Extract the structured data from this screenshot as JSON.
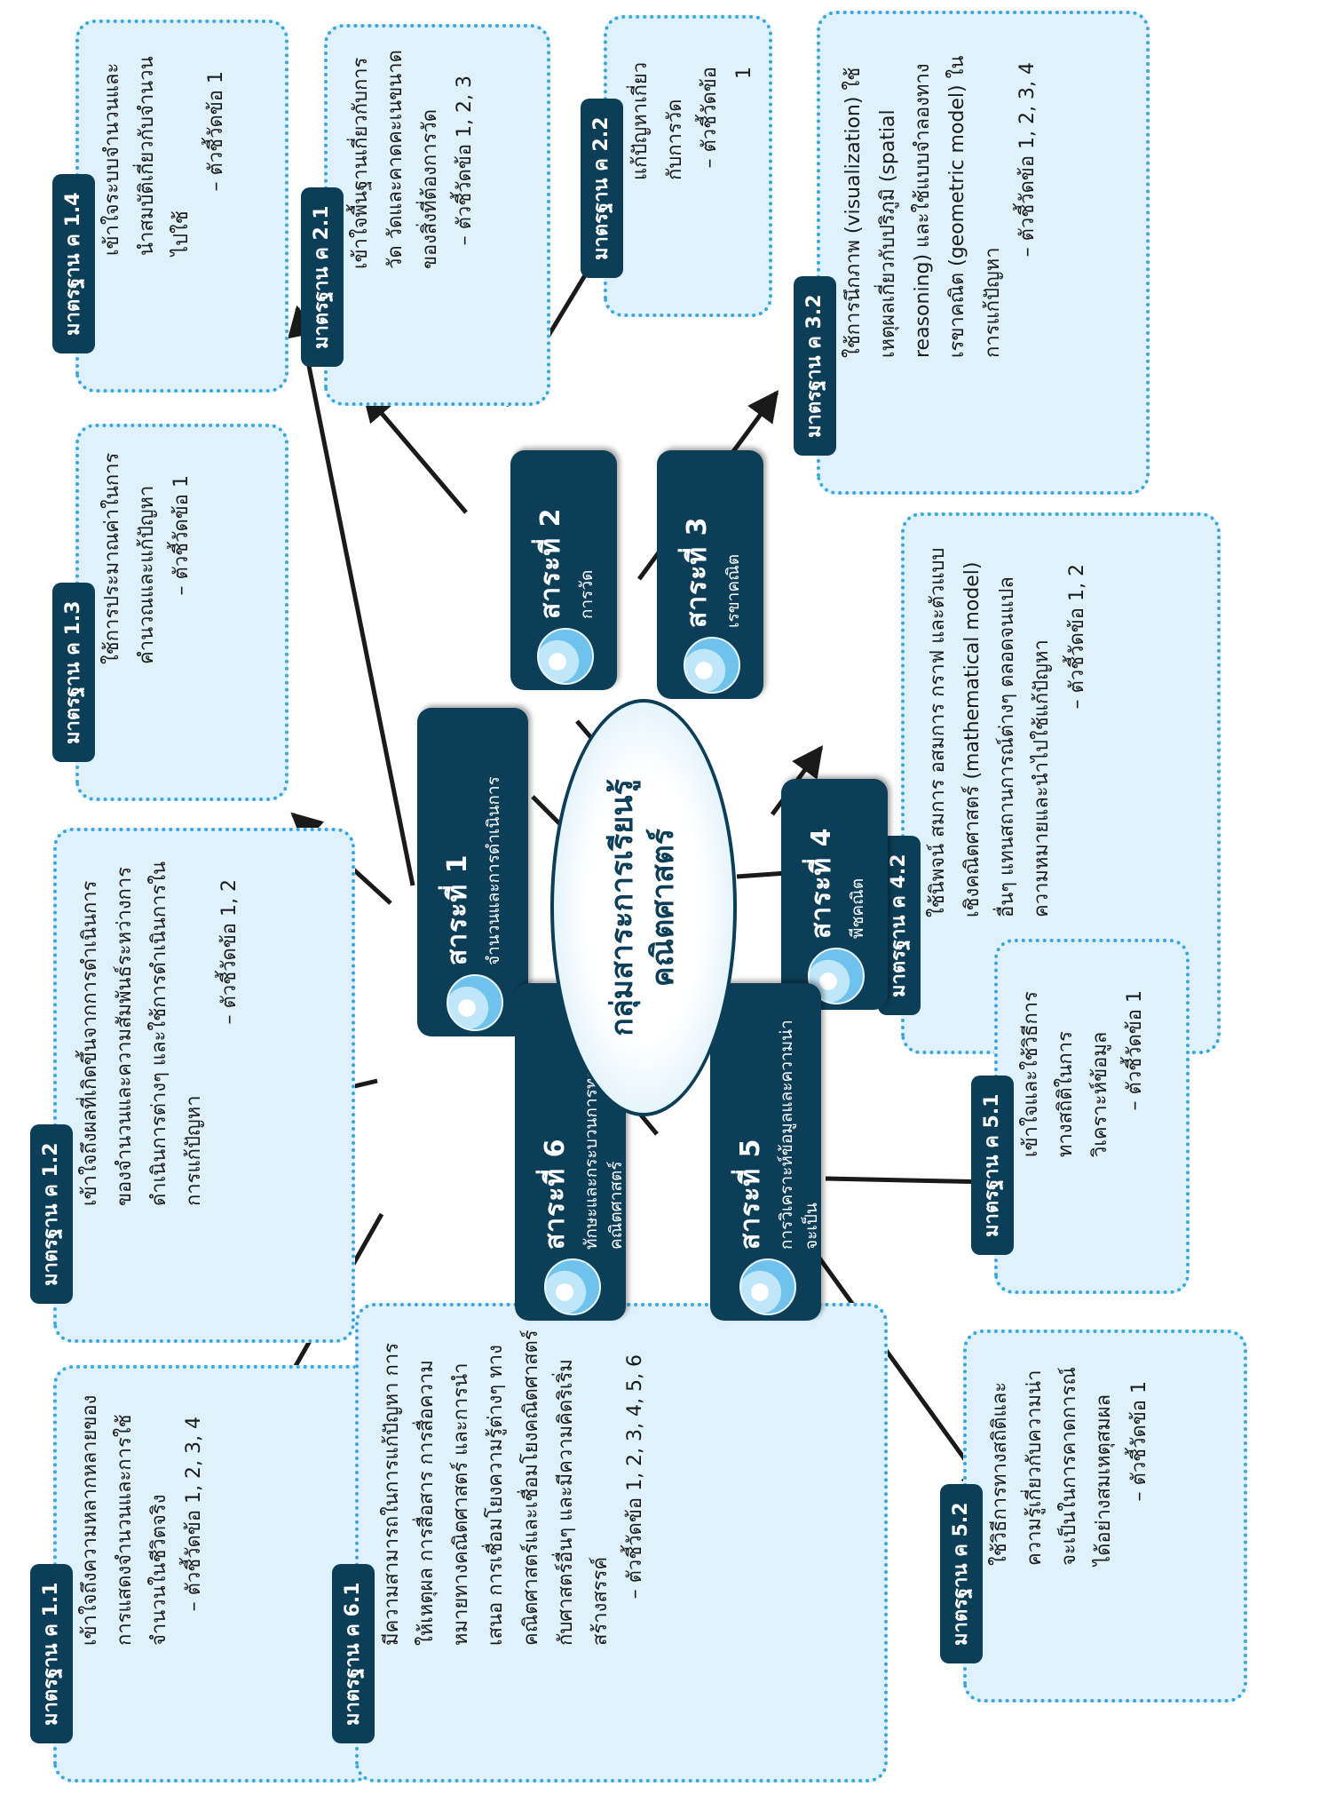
{
  "hub": {
    "line1": "กลุ่มสาระการเรียนรู้",
    "line2": "คณิตศาสตร์"
  },
  "topics": [
    {
      "num": "สาระที่ 1",
      "sub": "จำนวนและการดำเนินการ"
    },
    {
      "num": "สาระที่ 2",
      "sub": "การวัด"
    },
    {
      "num": "สาระที่ 3",
      "sub": "เรขาคณิต"
    },
    {
      "num": "สาระที่ 4",
      "sub": "พีชคณิต"
    },
    {
      "num": "สาระที่ 5",
      "sub": "การวิเคราะห์ข้อมูลและความน่าจะเป็น"
    },
    {
      "num": "สาระที่ 6",
      "sub": "ทักษะและกระบวนการทางคณิตศาสตร์"
    }
  ],
  "standards": {
    "s11": {
      "tag": "มาตรฐาน ค 1.1",
      "desc": "เข้าใจถึงความหลากหลายของการแสดงจำนวนและการใช้จำนวนในชีวิตจริง",
      "ind": "– ตัวชี้วัดข้อ 1, 2, 3, 4"
    },
    "s12": {
      "tag": "มาตรฐาน ค 1.2",
      "desc": "เข้าใจถึงผลที่เกิดขึ้นจากการดำเนินการของจำนวนและความสัมพันธ์ระหว่างการดำเนินการต่างๆ และใช้การดำเนินการในการแก้ปัญหา",
      "ind": "– ตัวชี้วัดข้อ 1, 2"
    },
    "s13": {
      "tag": "มาตรฐาน ค 1.3",
      "desc": "ใช้การประมาณค่าในการคำนวณและแก้ปัญหา",
      "ind": "– ตัวชี้วัดข้อ 1"
    },
    "s14": {
      "tag": "มาตรฐาน ค 1.4",
      "desc": "เข้าใจระบบจำนวนและนำสมบัติเกี่ยวกับจำนวนไปใช้",
      "ind": "– ตัวชี้วัดข้อ 1"
    },
    "s21": {
      "tag": "มาตรฐาน ค 2.1",
      "desc": "เข้าใจพื้นฐานเกี่ยวกับการวัด วัดและคาดคะเนขนาดของสิ่งที่ต้องการวัด",
      "ind": "– ตัวชี้วัดข้อ 1, 2, 3"
    },
    "s22": {
      "tag": "มาตรฐาน ค 2.2",
      "desc": "แก้ปัญหาเกี่ยวกับการวัด",
      "ind": "– ตัวชี้วัดข้อ 1"
    },
    "s32": {
      "tag": "มาตรฐาน ค 3.2",
      "desc": "ใช้การนึกภาพ (visualization) ใช้เหตุผลเกี่ยวกับปริภูมิ (spatial reasoning) และใช้แบบจำลองทางเรขาคณิต (geometric model) ในการแก้ปัญหา",
      "ind": "– ตัวชี้วัดข้อ 1, 2, 3, 4"
    },
    "s42": {
      "tag": "มาตรฐาน ค 4.2",
      "desc": "ใช้นิพจน์ สมการ อสมการ กราฟ และตัวแบบเชิงคณิตศาสตร์ (mathematical model) อื่นๆ แทนสถานการณ์ต่างๆ ตลอดจนแปลความหมายและนำไปใช้แก้ปัญหา",
      "ind": "– ตัวชี้วัดข้อ 1, 2"
    },
    "s51": {
      "tag": "มาตรฐาน ค 5.1",
      "desc": "เข้าใจและใช้วิธีการทางสถิติในการวิเคราะห์ข้อมูล",
      "ind": "– ตัวชี้วัดข้อ 1"
    },
    "s52": {
      "tag": "มาตรฐาน ค 5.2",
      "desc": "ใช้วิธีการทางสถิติและความรู้เกี่ยวกับความน่าจะเป็นในการคาดการณ์ได้อย่างสมเหตุสมผล",
      "ind": "– ตัวชี้วัดข้อ 1"
    },
    "s61": {
      "tag": "มาตรฐาน ค 6.1",
      "desc": "มีความสามารถในการแก้ปัญหา การให้เหตุผล การสื่อสาร การสื่อความหมายทางคณิตศาสตร์ และการนำเสนอ การเชื่อมโยงความรู้ต่างๆ ทางคณิตศาสตร์และเชื่อมโยงคณิตศาสตร์กับศาสตร์อื่นๆ และมีความคิดริเริ่มสร้างสรรค์",
      "ind": "– ตัวชี้วัดข้อ 1, 2, 3, 4, 5, 6"
    }
  },
  "colors": {
    "navy": "#0c3e57",
    "box_fill": "#dff1fb",
    "box_border": "#3aa7dc",
    "arrow": "#1a1a1a"
  }
}
